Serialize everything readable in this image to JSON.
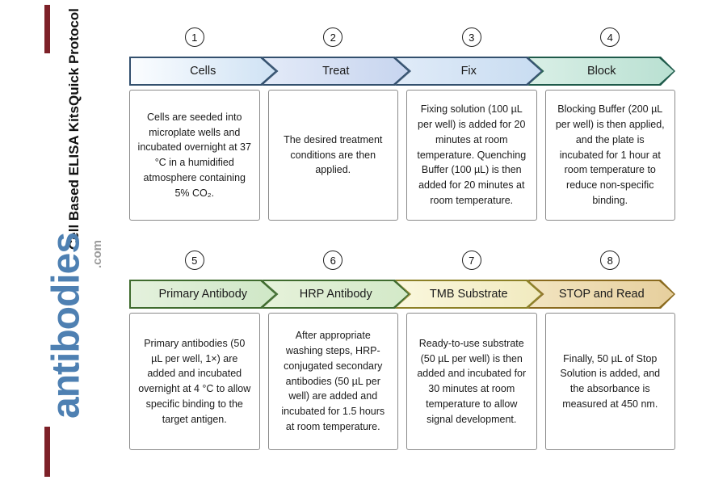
{
  "branding": {
    "title_line1": "Cell Based ELISA Kits",
    "title_line2": "Quick Protocol",
    "logo_main": "antibodies",
    "logo_suffix": ".com",
    "logo_color": "#4e80b2",
    "accent_red": "#7d2128"
  },
  "steps": [
    {
      "number": "1",
      "label": "Cells",
      "description": "Cells are seeded into microplate wells and incubated overnight at 37 °C in a humidified atmosphere containing 5% CO₂.",
      "arrow_fill": "linear-gradient(90deg, #fbfdff 0%, #cfe2f4 100%)",
      "arrow_border": "#33506e"
    },
    {
      "number": "2",
      "label": "Treat",
      "description": "The desired treatment conditions are then applied.",
      "arrow_fill": "linear-gradient(90deg, #e3eaf8 0%, #c7d5ef 100%)",
      "arrow_border": "#33506e"
    },
    {
      "number": "3",
      "label": "Fix",
      "description": "Fixing solution (100 µL per well) is added for 20 minutes at room temperature. Quenching Buffer (100 µL) is then added for 20 minutes at room temperature.",
      "arrow_fill": "linear-gradient(90deg, #e0ebf8 0%, #c8dcf1 100%)",
      "arrow_border": "#33506e"
    },
    {
      "number": "4",
      "label": "Block",
      "description": "Blocking Buffer (200 µL per well) is then applied, and the plate is incubated for 1 hour at room temperature to reduce non-specific binding.",
      "arrow_fill": "linear-gradient(90deg, #d9efe6 0%, #b9e0d2 100%)",
      "arrow_border": "#1e5a4a"
    },
    {
      "number": "5",
      "label": "Primary Antibody",
      "description": "Primary antibodies (50 µL per well, 1×) are added and incubated overnight at 4 °C to allow specific binding to the target antigen.",
      "arrow_fill": "linear-gradient(90deg, #e4f1dd 0%, #cfe7c6 100%)",
      "arrow_border": "#3f6b2e"
    },
    {
      "number": "6",
      "label": "HRP Antibody",
      "description": "After appropriate washing steps, HRP-conjugated secondary antibodies (50 µL per well) are added and incubated for 1.5 hours at room temperature.",
      "arrow_fill": "linear-gradient(90deg, #e6f2da 0%, #d3e9c8 100%)",
      "arrow_border": "#3f6b2e"
    },
    {
      "number": "7",
      "label": "TMB Substrate",
      "description": "Ready-to-use substrate (50 µL per well) is then added and incubated for 30 minutes at room temperature to allow signal development.",
      "arrow_fill": "linear-gradient(90deg, #faf7dd 0%, #f1eabf 100%)",
      "arrow_border": "#8c8026"
    },
    {
      "number": "8",
      "label": "STOP and Read",
      "description": "Finally, 50 µL of Stop Solution is added, and the absorbance is measured at 450 nm.",
      "arrow_fill": "linear-gradient(90deg, #f2e4c0 0%, #e6cf9d 100%)",
      "arrow_border": "#8a6a1e"
    }
  ]
}
